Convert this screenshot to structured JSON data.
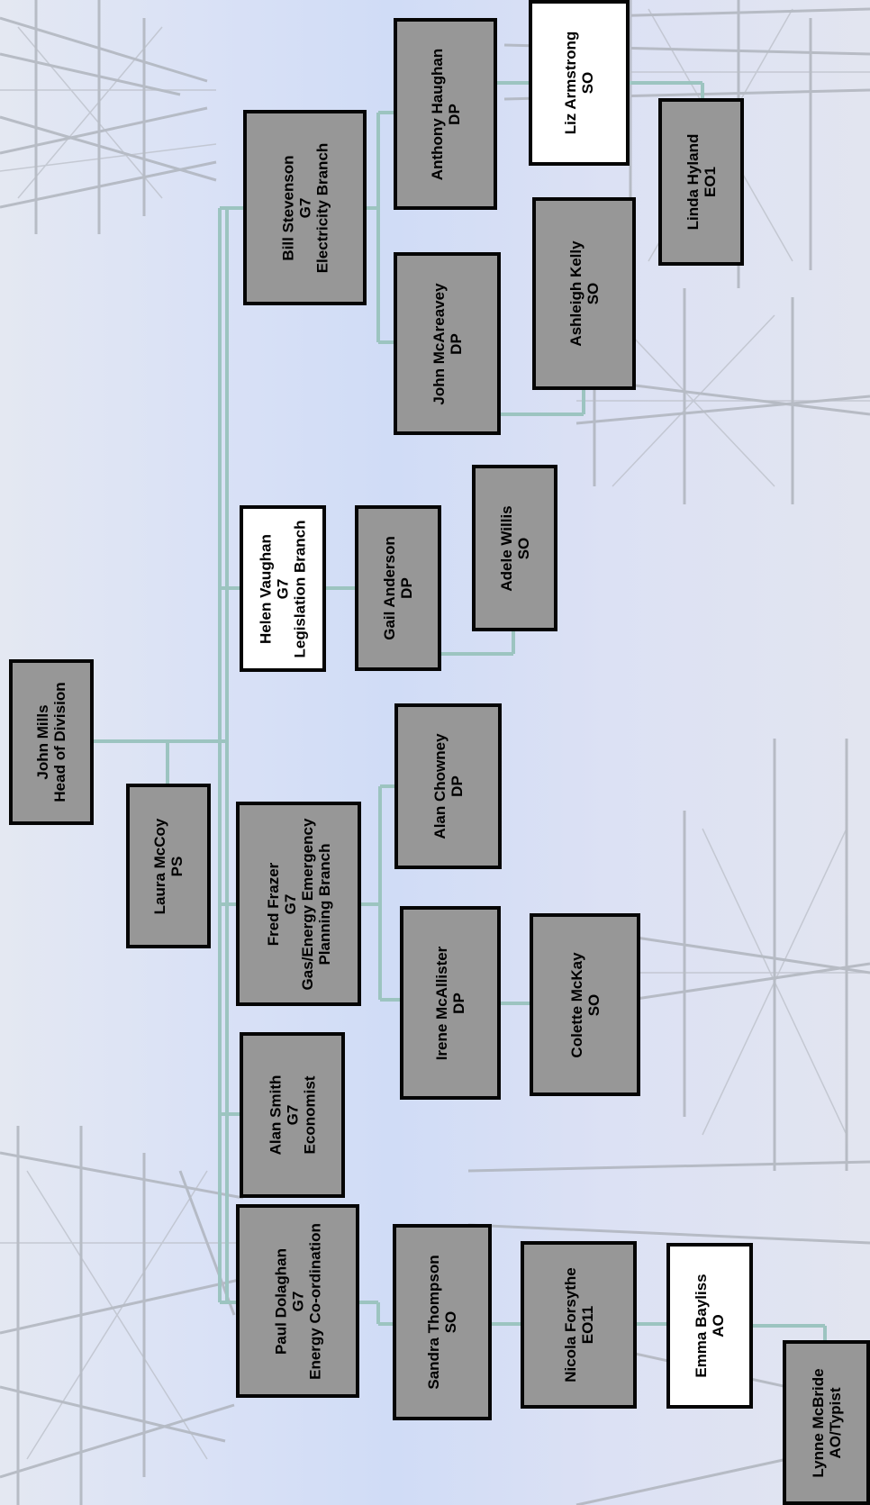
{
  "colors": {
    "box_fill": "#979797",
    "box_fill_highlight": "#ffffff",
    "box_border": "#050505",
    "connector": "#9cc4c0",
    "text": "#000000"
  },
  "org": {
    "head": {
      "name": "John Mills",
      "role": "Head of Division"
    },
    "secretary": {
      "name": "Laura McCoy",
      "grade": "PS"
    },
    "branches": {
      "electricity": {
        "lead": {
          "name": "Bill Stevenson",
          "grade": "G7",
          "branch": "Electricity  Branch"
        },
        "anthony_haughan": {
          "name": "Anthony Haughan",
          "grade": "DP"
        },
        "liz_armstrong": {
          "name": "Liz Armstrong",
          "grade": "SO"
        },
        "linda_hyland": {
          "name": "Linda Hyland",
          "grade": "EO1"
        },
        "john_mcareavey": {
          "name": "John McAreavey",
          "grade": "DP"
        },
        "ashleigh_kelly": {
          "name": "Ashleigh Kelly",
          "grade": "SO"
        }
      },
      "legislation": {
        "lead": {
          "name": "Helen Vaughan",
          "grade": "G7",
          "branch": "Legislation Branch"
        },
        "gail_anderson": {
          "name": "Gail  Anderson",
          "grade": "DP"
        },
        "adele_willis": {
          "name": "Adele Willis",
          "grade": "SO"
        }
      },
      "gas_emergency": {
        "lead": {
          "name": "Fred Frazer",
          "grade": "G7",
          "branch_line1": "Gas/Energy Emergency",
          "branch_line2": "Planning Branch"
        },
        "alan_chowney": {
          "name": "Alan  Chowney",
          "grade": "DP"
        },
        "irene_mcallister": {
          "name": "Irene McAllister",
          "grade": "DP"
        },
        "colette_mckay": {
          "name": "Colette McKay",
          "grade": "SO"
        }
      },
      "economist": {
        "lead": {
          "name": "Alan Smith",
          "grade": "G7",
          "branch": "Economist"
        }
      },
      "coordination": {
        "lead": {
          "name": "Paul Dolaghan",
          "grade": "G7",
          "branch": "Energy Co-ordination"
        },
        "sandra_thompson": {
          "name": "Sandra Thompson",
          "grade": "SO"
        },
        "nicola_forsythe": {
          "name": "Nicola Forsythe",
          "grade": "EO11"
        },
        "emma_bayliss": {
          "name": "Emma Bayliss",
          "grade": "AO"
        },
        "lynne_mcbride": {
          "name": "Lynne McBride",
          "grade": "AO/Typist"
        }
      }
    }
  }
}
